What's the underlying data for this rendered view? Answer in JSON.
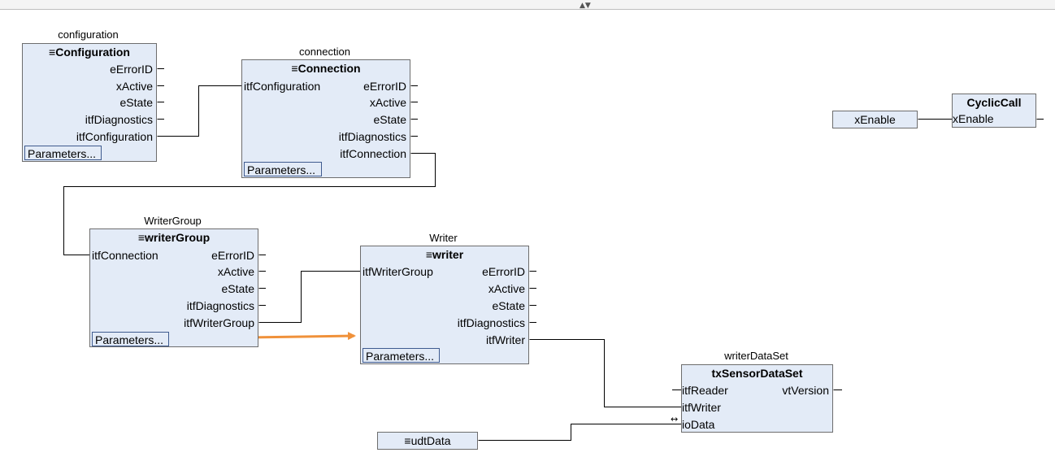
{
  "blocks": {
    "configuration": {
      "instance": "configuration",
      "type": "Configuration",
      "outputs": [
        "eErrorID",
        "xActive",
        "eState",
        "itfDiagnostics",
        "itfConfiguration"
      ],
      "params_label": "Parameters..."
    },
    "connection": {
      "instance": "connection",
      "type": "Connection",
      "inputs": [
        "itfConfiguration"
      ],
      "outputs": [
        "eErrorID",
        "xActive",
        "eState",
        "itfDiagnostics",
        "itfConnection"
      ],
      "params_label": "Parameters..."
    },
    "cycliccall": {
      "type": "CyclicCall",
      "inputs": [
        "xEnable"
      ]
    },
    "writergroup": {
      "instance": "WriterGroup",
      "type": "writerGroup",
      "inputs": [
        "itfConnection"
      ],
      "outputs": [
        "eErrorID",
        "xActive",
        "eState",
        "itfDiagnostics",
        "itfWriterGroup"
      ],
      "params_label": "Parameters..."
    },
    "writer": {
      "instance": "Writer",
      "type": "writer",
      "inputs": [
        "itfWriterGroup"
      ],
      "outputs": [
        "eErrorID",
        "xActive",
        "eState",
        "itfDiagnostics",
        "itfWriter"
      ],
      "params_label": "Parameters..."
    },
    "writerdataset": {
      "instance": "writerDataSet",
      "type": "txSensorDataSet",
      "inputs": [
        "itfReader",
        "itfWriter",
        "ioData"
      ],
      "outputs": [
        "vtVersion"
      ],
      "inout_symbol": "↔"
    }
  },
  "variables": {
    "xenable": "xEnable",
    "udtdata": "udtData"
  },
  "icons": {
    "fb_icon": "≡",
    "splitter": "▲▼"
  },
  "colors": {
    "block_fill": "#e3ebf7",
    "arrow": "#f0913a"
  }
}
